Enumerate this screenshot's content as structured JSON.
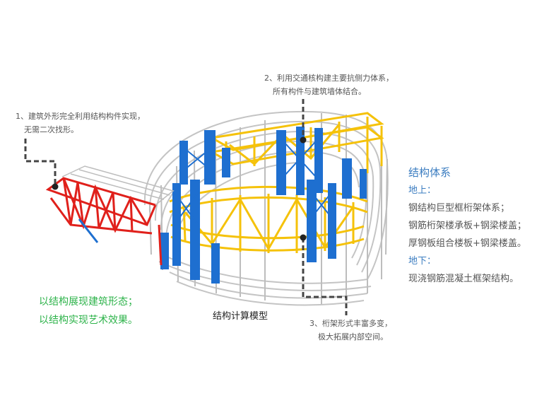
{
  "annotations": {
    "note1": [
      "1、建筑外形完全利用结构构件实现，",
      "无需二次找形。"
    ],
    "note2": [
      "2、利用交通核构建主要抗侧力体系，",
      "所有构件与建筑墙体结合。"
    ],
    "note3": [
      "3、桁架形式丰富多变，",
      "极大拓展内部空间。"
    ]
  },
  "structure_panel": {
    "title": "结构体系",
    "above_label": "地上：",
    "above_items": [
      "钢结构巨型框桁架体系；",
      "钢筋桁架楼承板+钢梁楼盖；",
      "厚钢板组合楼板+钢梁楼盖。"
    ],
    "below_label": "地下：",
    "below_items": [
      "现浇钢筋混凝土框架结构。"
    ]
  },
  "slogan": [
    "以结构展现建筑形态；",
    "以结构实现艺术效果。"
  ],
  "caption": "结构计算模型",
  "colors": {
    "steel_gray": "#c9c9c9",
    "core_blue": "#1e6fd0",
    "truss_yellow": "#f5c20a",
    "bridge_red": "#e0201b",
    "accent_blue": "#3a7cc0",
    "accent_green": "#2db34a"
  }
}
